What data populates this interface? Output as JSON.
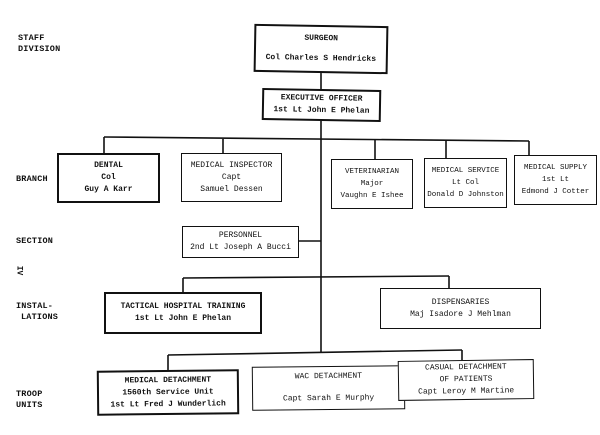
{
  "row_labels": {
    "staff_division": [
      "STAFF",
      "DIVISION"
    ],
    "branch": "BRANCH",
    "section": "SECTION",
    "page_marker": "IV",
    "installations": [
      "INSTAL-",
      "LATIONS"
    ],
    "troop_units": [
      "TROOP",
      "UNITS"
    ]
  },
  "staff": {
    "surgeon": {
      "title": "SURGEON",
      "name": "Col Charles S Hendricks"
    },
    "executive_officer": {
      "title": "EXECUTIVE OFFICER",
      "name": "1st Lt John E Phelan"
    }
  },
  "branches": [
    {
      "title": "DENTAL",
      "rank": "Col",
      "name": "Guy A Karr"
    },
    {
      "title": "MEDICAL INSPECTOR",
      "rank": "Capt",
      "name": "Samuel Dessen"
    },
    {
      "title": "VETERINARIAN",
      "rank": "Major",
      "name": "Vaughn E Ishee"
    },
    {
      "title": "MEDICAL SERVICE",
      "rank": "Lt Col",
      "name": "Donald D Johnston"
    },
    {
      "title": "MEDICAL SUPPLY",
      "rank": "1st Lt",
      "name": "Edmond J Cotter"
    }
  ],
  "section": {
    "personnel": {
      "title": "PERSONNEL",
      "name": "2nd Lt Joseph A Bucci"
    }
  },
  "installations": [
    {
      "title": "TACTICAL HOSPITAL TRAINING",
      "name": "1st Lt John E Phelan"
    },
    {
      "title": "DISPENSARIES",
      "name": "Maj Isadore J Mehlman"
    }
  ],
  "troop_units": [
    {
      "title": "MEDICAL DETACHMENT",
      "subtitle": "1560th Service Unit",
      "name": "1st Lt Fred J Wunderlich"
    },
    {
      "title": "WAC DETACHMENT",
      "subtitle": "",
      "name": "Capt Sarah E Murphy"
    },
    {
      "title": "CASUAL DETACHMENT",
      "subtitle": "OF PATIENTS",
      "name": "Capt Leroy M Martine"
    }
  ]
}
